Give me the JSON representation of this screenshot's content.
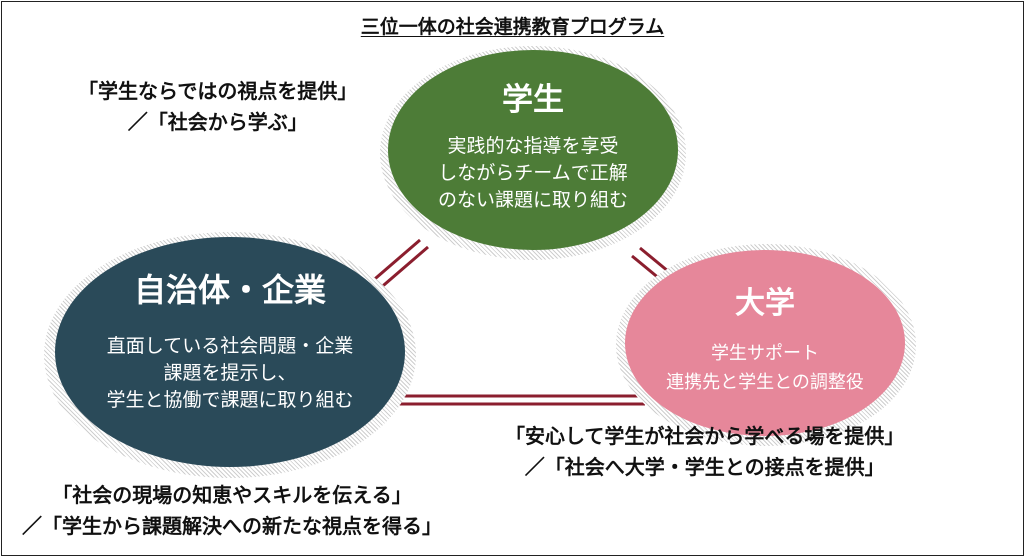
{
  "title": "三位一体の社会連携教育プログラム",
  "colors": {
    "student": "#4d7c37",
    "government": "#2a4a59",
    "university": "#e6879a",
    "connector": "#8b1e2e"
  },
  "nodes": {
    "student": {
      "heading": "学生",
      "body": [
        "実践的な指導を享受",
        "しながらチームで正解",
        "のない課題に取り組む"
      ]
    },
    "government": {
      "heading": "自治体・企業",
      "body": [
        "直面している社会問題・企業",
        "課題を提示し、",
        "学生と協働で課題に取り組む"
      ]
    },
    "university": {
      "heading": "大学",
      "body": [
        "学生サポート",
        "連携先と学生との調整役"
      ]
    }
  },
  "quotes": {
    "student": [
      "「学生ならではの視点を提供」",
      "／「社会から学ぶ」"
    ],
    "university": [
      "「安心して学生が社会から学べる場を提供」",
      "／「社会へ大学・学生との接点を提供」"
    ],
    "government": [
      "「社会の現場の知恵やスキルを伝える」",
      "／「学生から課題解決への新たな視点を得る」"
    ]
  }
}
